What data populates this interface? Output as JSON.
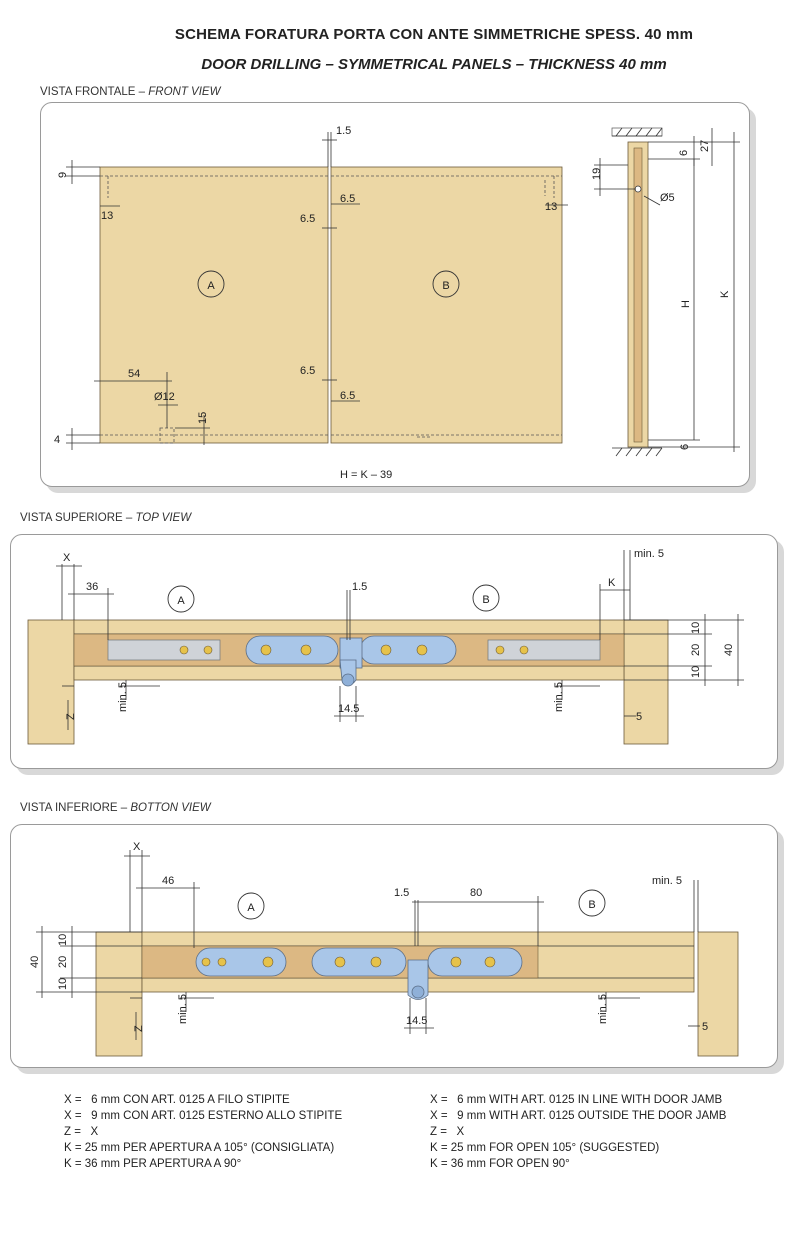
{
  "title_it": "SCHEMA FORATURA PORTA CON ANTE SIMMETRICHE SPESS. 40 mm",
  "title_en": "DOOR DRILLING – SYMMETRICAL PANELS – THICKNESS 40 mm",
  "sections": {
    "front": {
      "label_it": "VISTA FRONTALE",
      "label_en": "FRONT VIEW"
    },
    "top": {
      "label_it": "VISTA SUPERIORE",
      "label_en": "TOP VIEW"
    },
    "bottom": {
      "label_it": "VISTA INFERIORE",
      "label_en": "BOTTON VIEW"
    }
  },
  "panels": {
    "a": "A",
    "b": "B"
  },
  "front_dims": {
    "gap": "1.5",
    "top_left": "9",
    "side_left": "13",
    "side_right": "13",
    "hinge_top_a": "6.5",
    "hinge_top_b": "6.5",
    "bottom_left": "4",
    "offset_54": "54",
    "hole_dia": "Ø12",
    "hole_15": "15",
    "hinge_bot_a": "6.5",
    "hinge_bot_b": "6.5",
    "formula": "H = K – 39"
  },
  "side_dims": {
    "d6_top": "6",
    "d27": "27",
    "d19": "19",
    "hole": "Ø5",
    "h": "H",
    "k": "K",
    "d6_bot": "6"
  },
  "top_dims": {
    "x": "X",
    "d36": "36",
    "gap": "1.5",
    "k": "K",
    "min5_top": "min. 5",
    "d10a": "10",
    "d20": "20",
    "d10b": "10",
    "d40": "40",
    "min5_left": "min. 5",
    "z": "Z",
    "d14_5": "14.5",
    "min5_right": "min. 5",
    "d5": "5"
  },
  "bottom_dims": {
    "x": "X",
    "d46": "46",
    "gap": "1.5",
    "d80": "80",
    "min5_top": "min. 5",
    "d10a": "10",
    "d20": "20",
    "d10b": "10",
    "d40": "40",
    "min5_left": "min. 5",
    "z": "Z",
    "d14_5": "14.5",
    "min5_right": "min. 5",
    "d5": "5"
  },
  "notes_it": [
    "X =   6 mm CON ART. 0125 A FILO STIPITE",
    "X =   9 mm CON ART. 0125 ESTERNO ALLO STIPITE",
    "Z =   X",
    "K = 25 mm PER APERTURA A 105° (CONSIGLIATA)",
    "K = 36 mm PER APERTURA A 90°"
  ],
  "notes_en": [
    "X =   6 mm WITH ART. 0125 IN LINE WITH DOOR JAMB",
    "X =   9 mm WITH ART. 0125 OUTSIDE THE DOOR JAMB",
    "Z =   X",
    "K = 25 mm FOR OPEN 105° (SUGGESTED)",
    "K = 36 mm FOR OPEN 90°"
  ],
  "colors": {
    "wood": "#ecd7a5",
    "wood_dark": "#dcb883",
    "plate": "#a9c6e8",
    "rail": "#cfd3d8",
    "screw": "#e6c24a"
  }
}
